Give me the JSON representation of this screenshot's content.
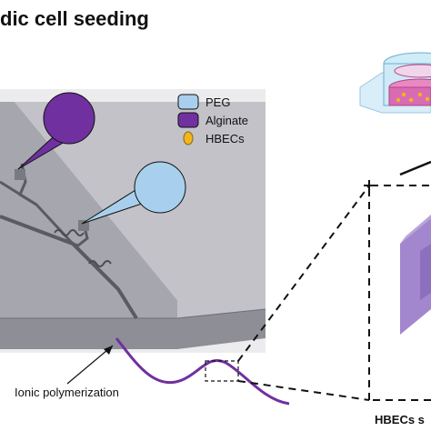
{
  "title": "dic cell seeding",
  "legend": [
    {
      "label": "PEG",
      "color": "#a8d0ee"
    },
    {
      "label": "Alginate",
      "color": "#7030a0"
    },
    {
      "label": "HBECs",
      "color": "#f2b51d"
    }
  ],
  "annotations": {
    "ionic": "Ionic polymerization",
    "hbecs_cut": "HBECs s"
  },
  "colors": {
    "chip_top": "#9c9ca4",
    "chip_side": "#b4b4bc",
    "peg": "#a8d0ee",
    "alginate": "#7030a0",
    "hbec": "#f2b51d",
    "cube": "#a287cf"
  }
}
